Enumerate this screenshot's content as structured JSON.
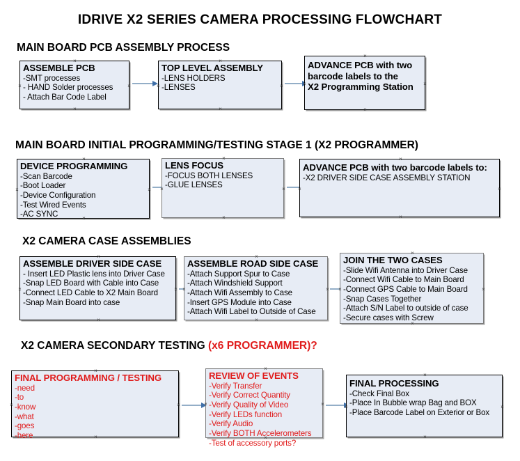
{
  "document": {
    "title": "IDRIVE X2  SERIES CAMERA PROCESSING FLOWCHART"
  },
  "colors": {
    "box_fill": "#e7ecf5",
    "box_border": "#000000",
    "connector_line": "#93aec7",
    "connector_arrow": "#3f6fa8",
    "red_text": "#e01b1b",
    "page_background": "#ffffff"
  },
  "sections": [
    {
      "heading": "MAIN BOARD PCB ASSEMBLY PROCESS",
      "heading_red": "",
      "boxes": [
        {
          "title": "ASSEMBLE PCB",
          "lines": [
            "-SMT processes",
            "- HAND Solder processes",
            "- Attach Bar Code Label"
          ],
          "red": false
        },
        {
          "title": "TOP LEVEL ASSEMBLY",
          "lines": [
            "-LENS HOLDERS",
            "-LENSES"
          ],
          "red": false
        },
        {
          "title": "ADVANCE PCB with two",
          "lines": [
            "barcode labels to the",
            " X2 Programming Station"
          ],
          "red": false
        }
      ]
    },
    {
      "heading": "MAIN BOARD INITIAL PROGRAMMING/TESTING STAGE 1 (X2 PROGRAMMER)",
      "heading_red": "",
      "boxes": [
        {
          "title": "DEVICE PROGRAMMING",
          "lines": [
            "-Scan Barcode",
            "-Boot Loader",
            "-Device Configuration",
            "-Test Wired Events",
            "-AC SYNC"
          ],
          "red": false
        },
        {
          "title": "LENS FOCUS",
          "lines": [
            "-FOCUS BOTH LENSES",
            "-GLUE LENSES"
          ],
          "red": false
        },
        {
          "title": "ADVANCE PCB with two barcode labels to:",
          "lines": [
            "-X2 DRIVER  SIDE  CASE  ASSEMBLY STATION"
          ],
          "red": false
        }
      ]
    },
    {
      "heading": "X2 CAMERA CASE ASSEMBLIES",
      "heading_red": "",
      "boxes": [
        {
          "title": "ASSEMBLE DRIVER SIDE CASE",
          "lines": [
            "- Insert LED Plastic lens into Driver Case",
            "-Snap LED Board with Cable into Case",
            "-Connect LED Cable to X2 Main Board",
            "-Snap Main Board into case"
          ],
          "red": false
        },
        {
          "title": "ASSEMBLE ROAD SIDE CASE",
          "lines": [
            "-Attach Support Spur to Case",
            "-Attach Windshield Support",
            "-Attach Wifi Assembly to Case",
            "-Insert GPS Module into Case",
            "-Attach Wifi Label to Outside of Case"
          ],
          "red": false
        },
        {
          "title": "JOIN THE TWO CASES",
          "lines": [
            "-Slide Wifi Antenna into Driver Case",
            "-Connect Wifi Cable to Main Board",
            "-Connect GPS Cable to Main Board",
            "-Snap Cases Together",
            "-Attach S/N Label to outside of case",
            "-Secure cases with Screw"
          ],
          "red": false
        }
      ]
    },
    {
      "heading": "X2 CAMERA SECONDARY TESTING ",
      "heading_red": "(x6 PROGRAMMER)?",
      "boxes": [
        {
          "title": "FINAL PROGRAMMING / TESTING",
          "lines": [
            "-need",
            "-to",
            "-know",
            "-what",
            "-goes",
            "-here"
          ],
          "red": true
        },
        {
          "title": "REVIEW OF EVENTS",
          "lines": [
            "-Verify Transfer",
            "-Verify Correct Quantity",
            "-Verify Quality of Video",
            "-Verify LEDs function",
            "-Verify Audio",
            "-Verify BOTH Accelerometers",
            "-Test of accessory ports?"
          ],
          "red": true
        },
        {
          "title": "FINAL PROCESSING",
          "lines": [
            " -Check Final Box",
            "-Place In Bubble wrap Bag and BOX",
            "-Place Barcode Label on Exterior or Box"
          ],
          "red": false
        }
      ]
    }
  ]
}
